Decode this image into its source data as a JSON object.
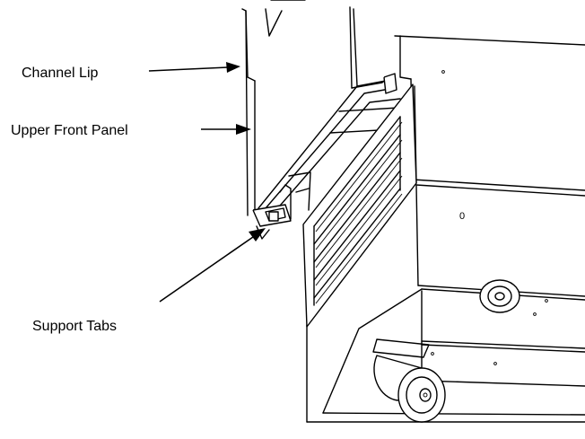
{
  "callouts": {
    "channel_lip": "Channel Lip",
    "upper_front_panel": "Upper Front  Panel",
    "support_tabs": "Support Tabs"
  },
  "marks": {
    "cabinet_mark": "0"
  },
  "colors": {
    "line": "#000000",
    "background": "#ffffff"
  }
}
